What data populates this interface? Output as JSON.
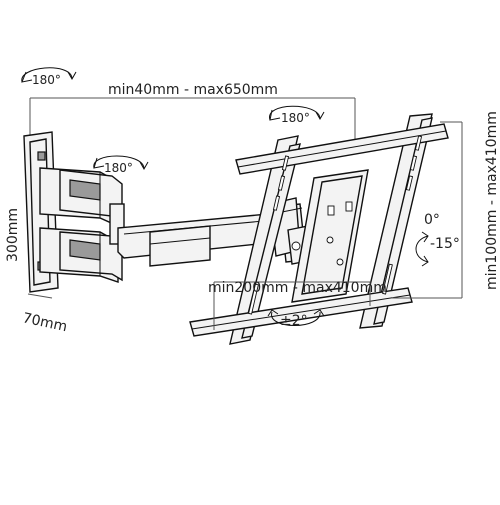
{
  "annotations": {
    "rot_wall": "180°",
    "rot_arm": "180°",
    "rot_frame": "180°",
    "tilt_top": "0°",
    "tilt_bottom": "-15°",
    "level": "±2°"
  },
  "dimensions": {
    "depth": "min40mm - max650mm",
    "wall_height": "300mm",
    "wall_width": "70mm",
    "vesa_horizontal": "min200mm - max410mm",
    "vesa_vertical": "min100mm - max410mm"
  }
}
